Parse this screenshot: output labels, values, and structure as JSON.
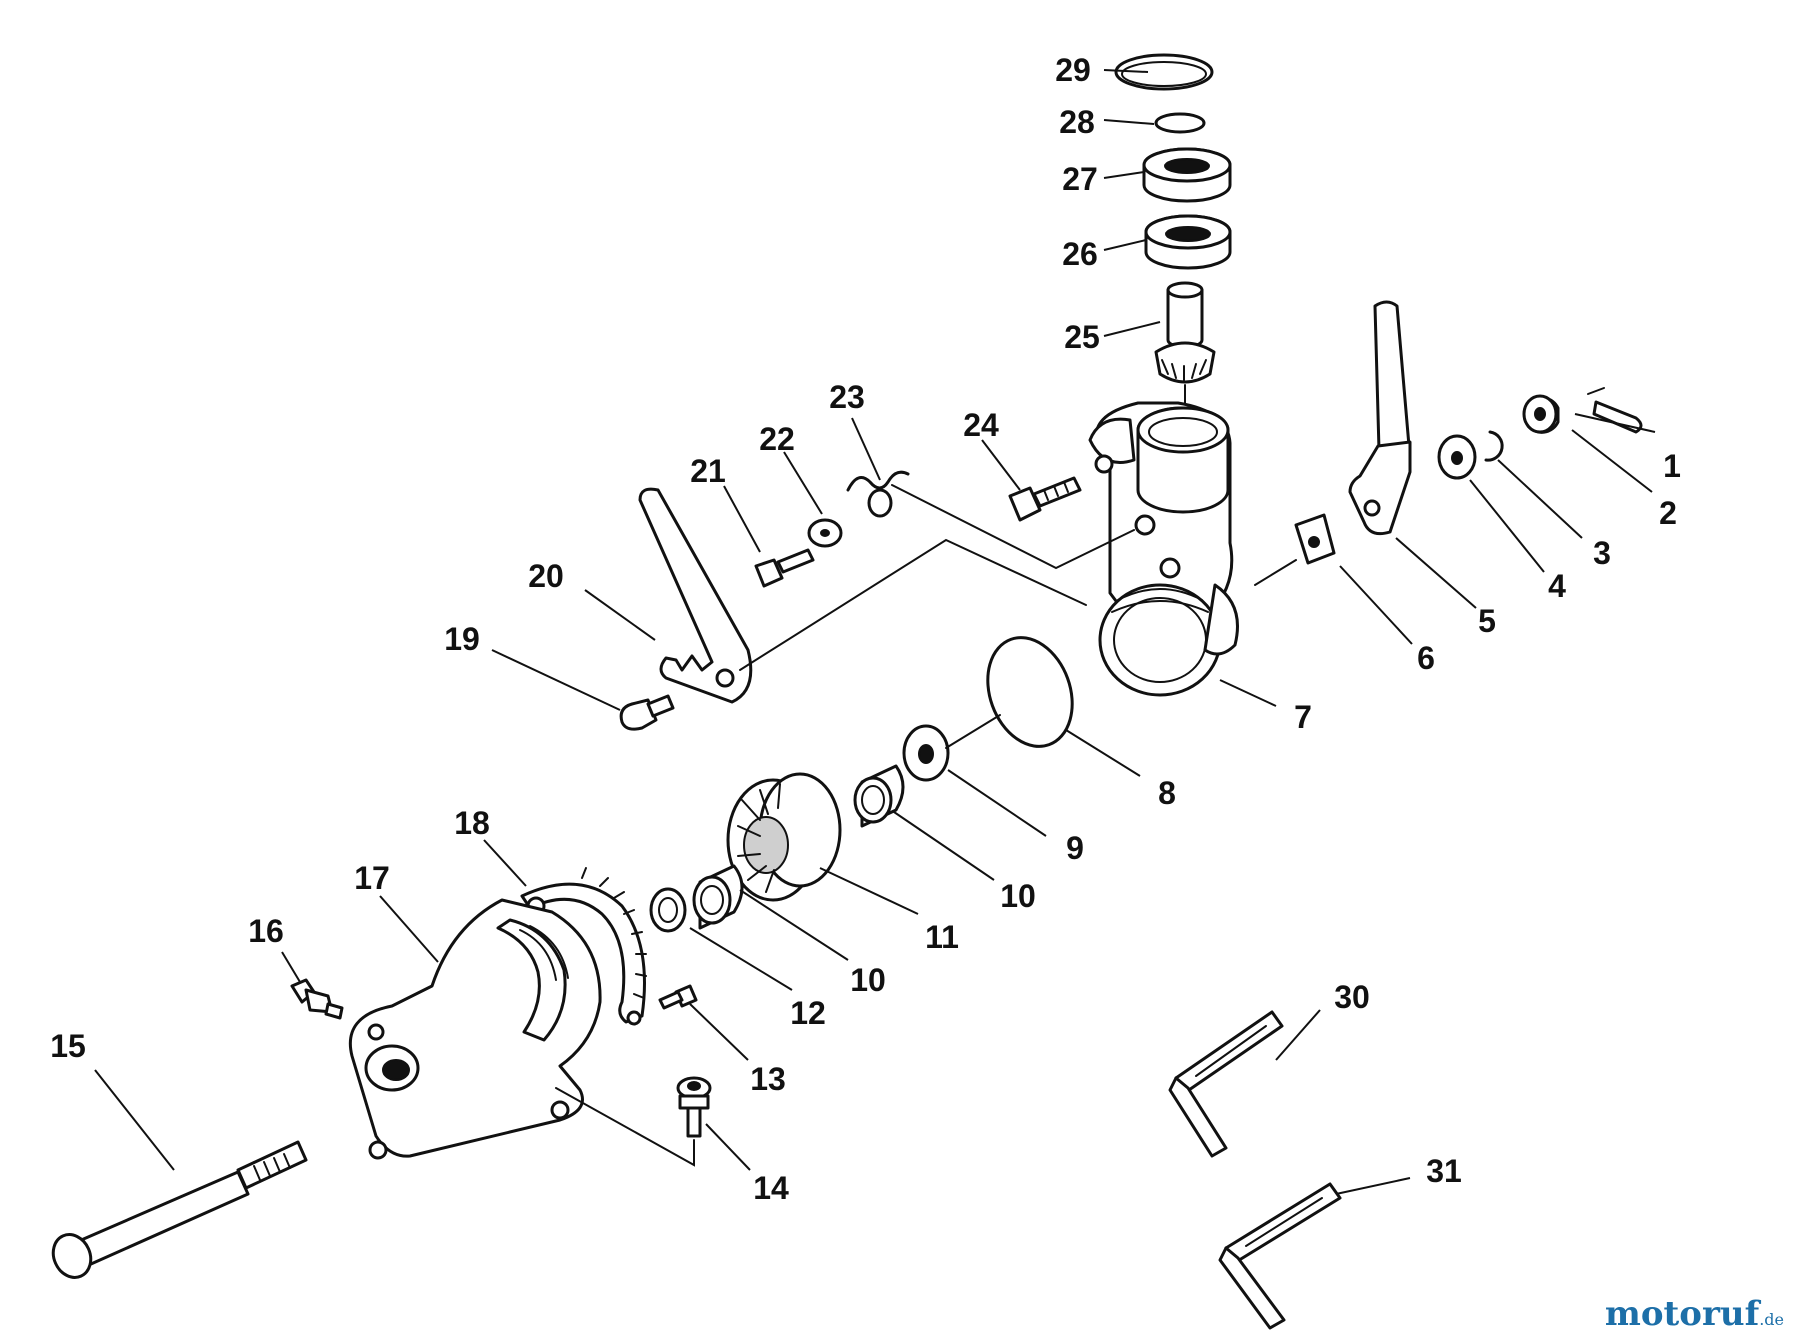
{
  "diagram": {
    "part_numbers": [
      "1",
      "2",
      "3",
      "4",
      "5",
      "6",
      "7",
      "8",
      "9",
      "10",
      "10",
      "11",
      "12",
      "13",
      "14",
      "15",
      "16",
      "17",
      "18",
      "19",
      "20",
      "21",
      "22",
      "23",
      "24",
      "25",
      "26",
      "27",
      "28",
      "29",
      "30",
      "31"
    ]
  },
  "watermark": {
    "brand": "motoruf",
    "tld": ".de"
  }
}
